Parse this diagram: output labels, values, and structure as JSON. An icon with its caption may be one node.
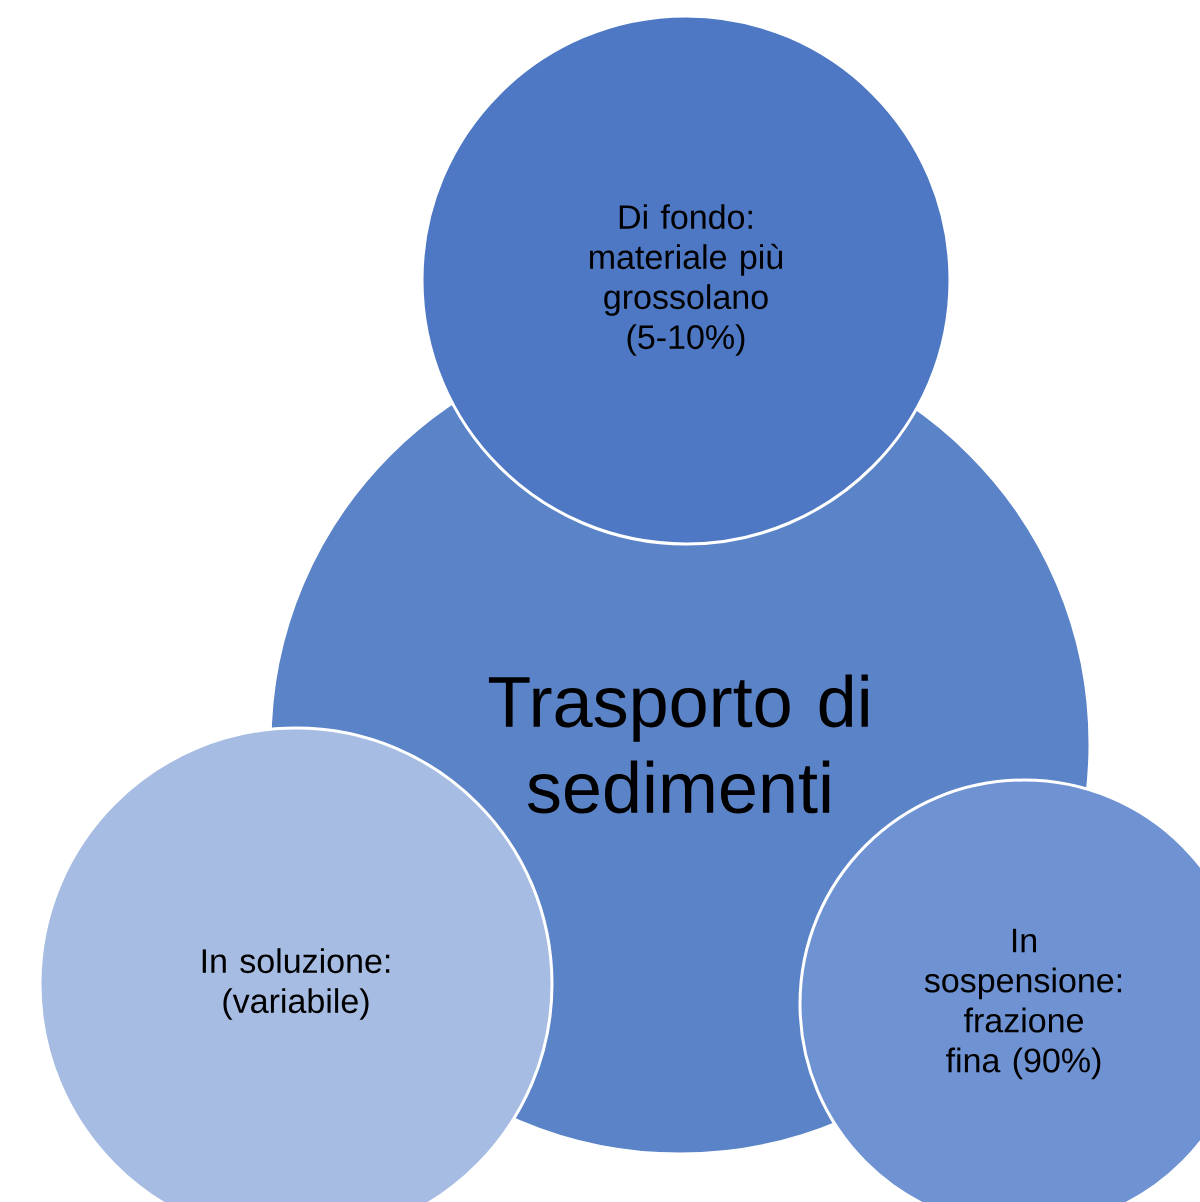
{
  "diagram": {
    "nodes": [
      {
        "text": [
          "Trasporto di sedimenti"
        ]
      },
      {
        "text": [
          "Di fondo: materiale più grossolano (5-10%)"
        ]
      },
      {
        "text": [
          "In soluzione: (variabile)"
        ]
      },
      {
        "text": [
          "In sospensione: frazione fina (90%)"
        ]
      }
    ]
  }
}
